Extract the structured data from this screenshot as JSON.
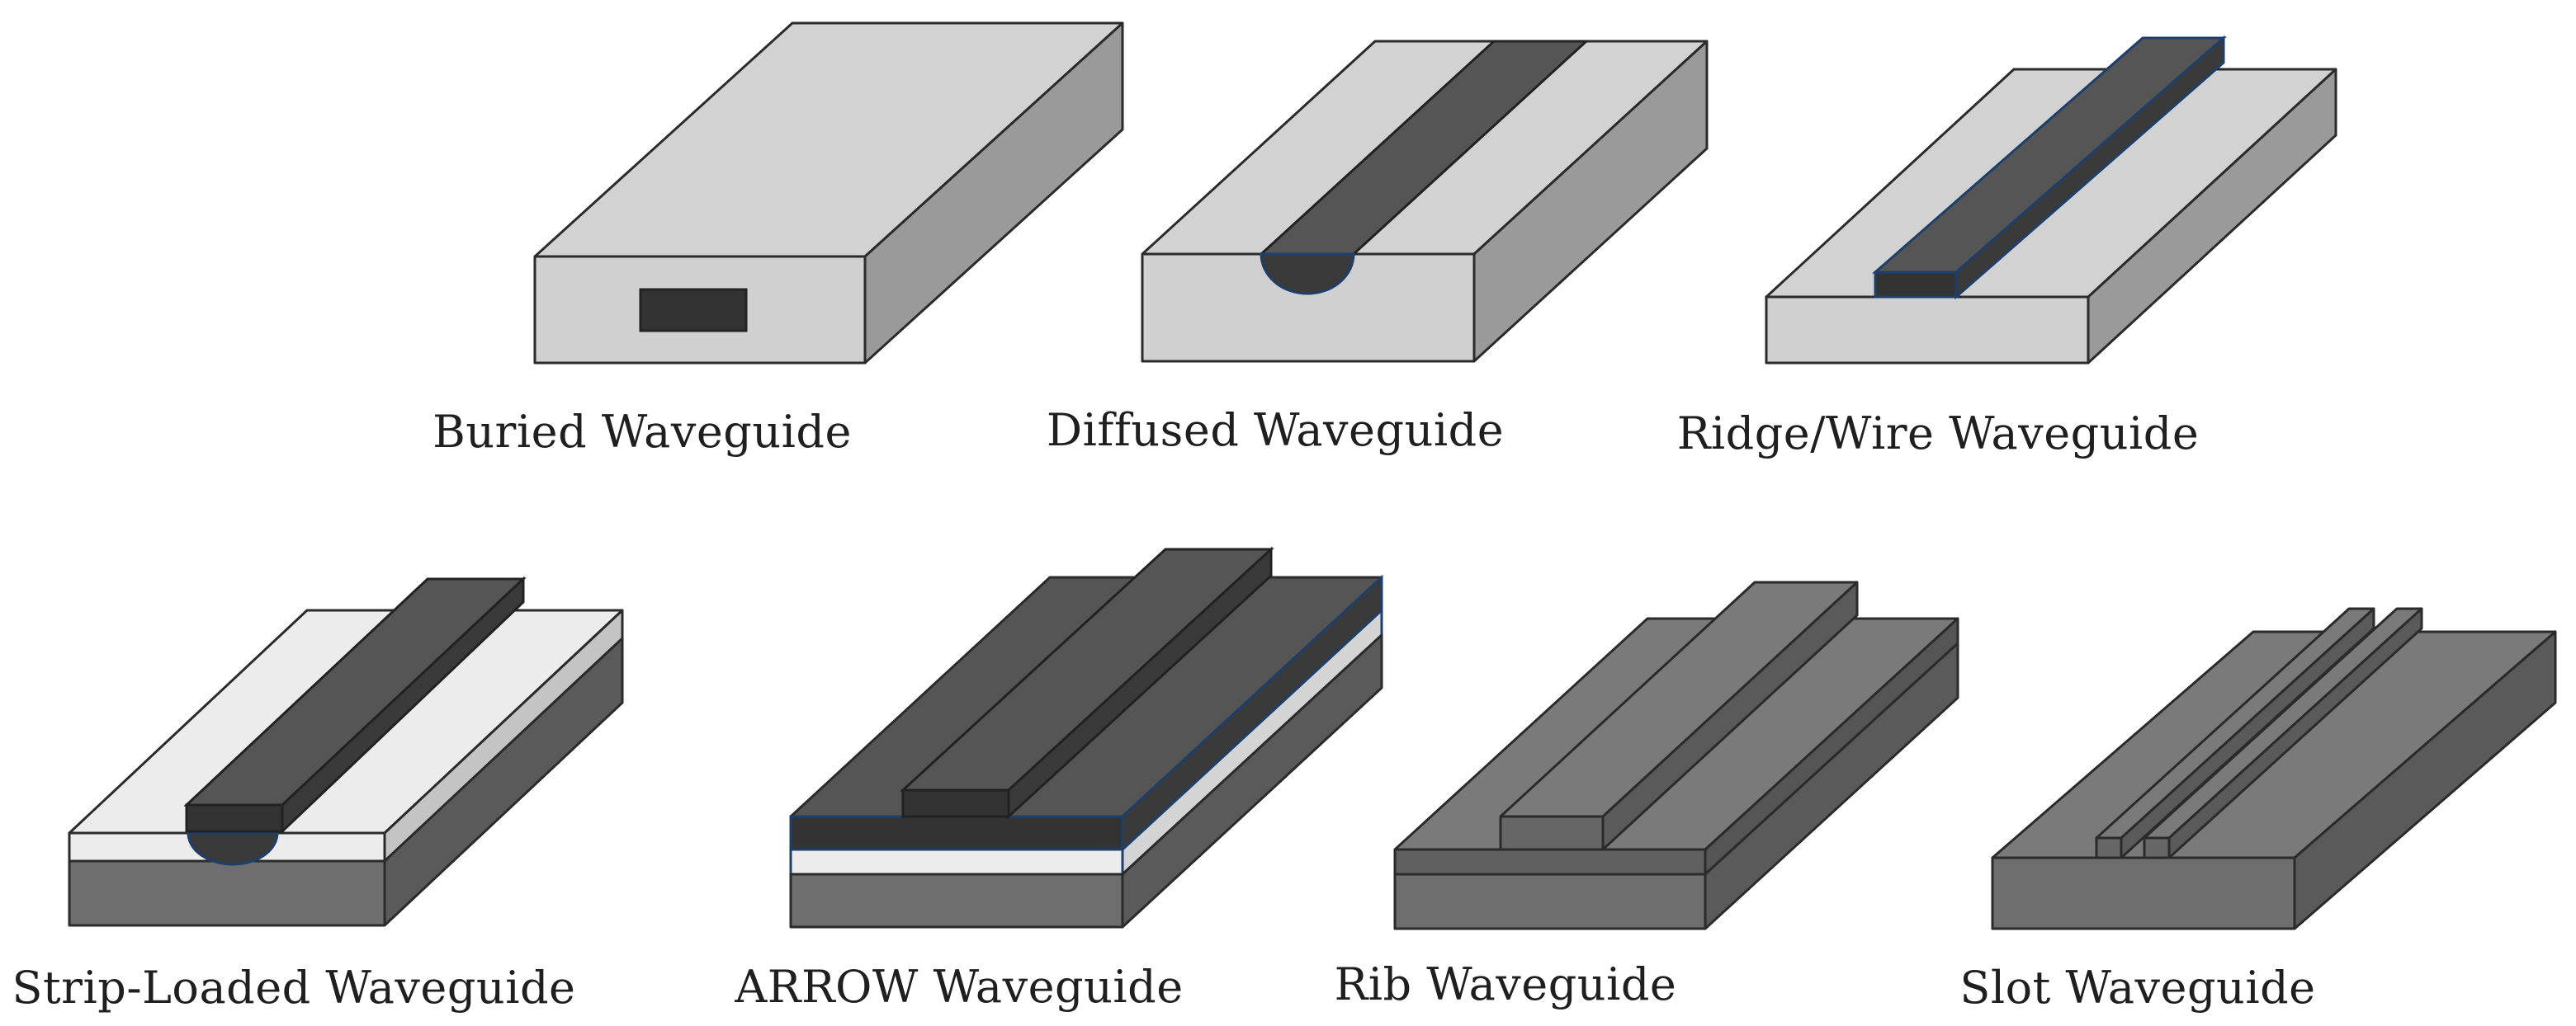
{
  "figure": {
    "labels": {
      "buried": "Buried Waveguide",
      "diffused": "Diffused Waveguide",
      "ridge_wire": "Ridge/Wire Waveguide",
      "strip_loaded": "Strip-Loaded Waveguide",
      "arrow": "ARROW Waveguide",
      "rib": "Rib Waveguide",
      "slot": "Slot Waveguide"
    },
    "colors": {
      "light_top": "#d2d2d2",
      "light_front": "#d0d0d0",
      "light_side": "#999999",
      "core_top": "#555555",
      "core_front": "#333333",
      "core_side": "#3a3a3a",
      "cladding_white": "#ececec",
      "substrate_front": "#6e6e6e",
      "substrate_side": "#5a5a5a",
      "outline_blue": "#1f3f6b"
    }
  }
}
